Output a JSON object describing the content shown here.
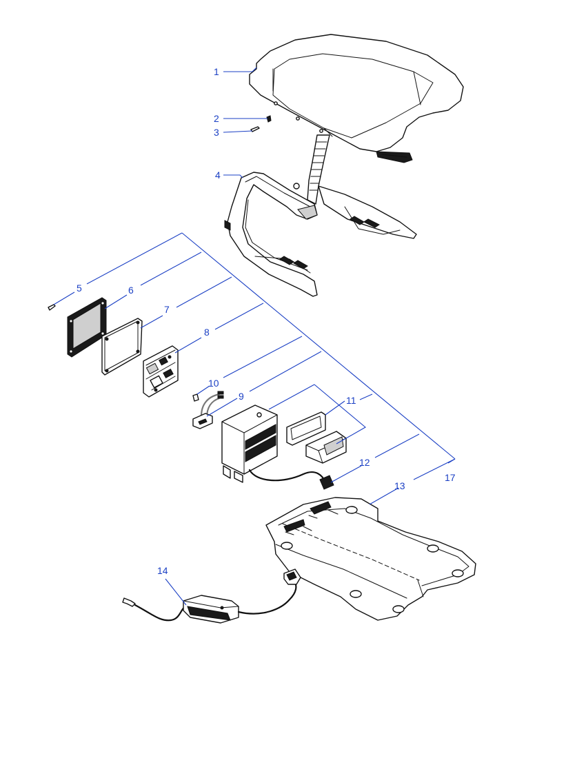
{
  "colors": {
    "callout": "#1a3fc4",
    "outline": "#111111",
    "background": "#ffffff"
  },
  "callouts": [
    {
      "id": "1",
      "label": "1"
    },
    {
      "id": "2",
      "label": "2"
    },
    {
      "id": "3",
      "label": "3"
    },
    {
      "id": "4",
      "label": "4"
    },
    {
      "id": "5",
      "label": "5"
    },
    {
      "id": "6",
      "label": "6"
    },
    {
      "id": "7",
      "label": "7"
    },
    {
      "id": "8",
      "label": "8"
    },
    {
      "id": "9",
      "label": "9"
    },
    {
      "id": "10",
      "label": "10"
    },
    {
      "id": "11",
      "label": "11"
    },
    {
      "id": "12",
      "label": "12"
    },
    {
      "id": "13",
      "label": "13"
    },
    {
      "id": "14",
      "label": "14"
    },
    {
      "id": "17",
      "label": "17"
    }
  ]
}
